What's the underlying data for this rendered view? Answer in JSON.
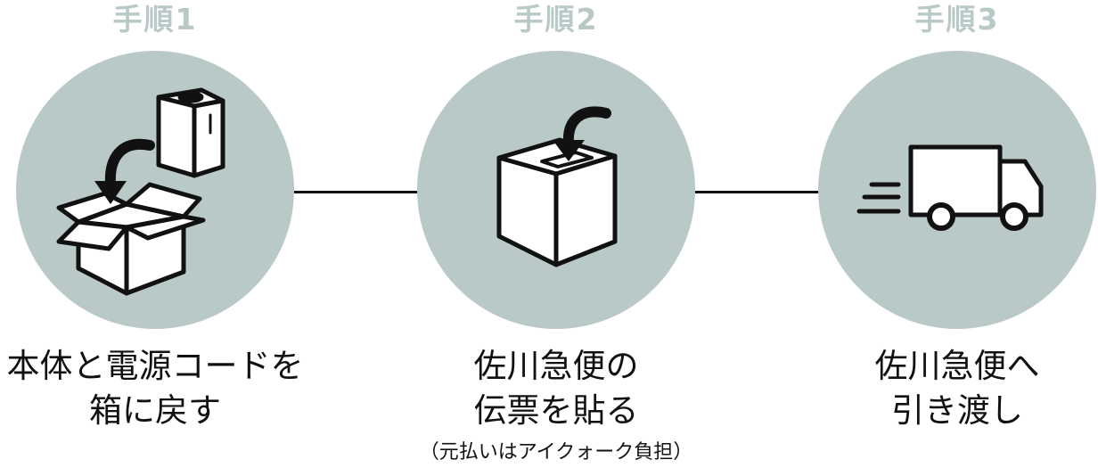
{
  "steps": [
    {
      "title": "手順1",
      "icon": "box-with-device-icon",
      "line1": "本体と電源コードを",
      "line2": "箱に戻す"
    },
    {
      "title": "手順2",
      "icon": "box-with-label-icon",
      "line1": "佐川急便の",
      "line2": "伝票を貼る",
      "note": "（元払いはアイクォーク負担）"
    },
    {
      "title": "手順3",
      "icon": "delivery-truck-icon",
      "line1": "佐川急便へ",
      "line2": "引き渡し"
    }
  ],
  "colors": {
    "circle": "#b9c9c7",
    "title": "#b9c9c7",
    "line": "#111111"
  }
}
